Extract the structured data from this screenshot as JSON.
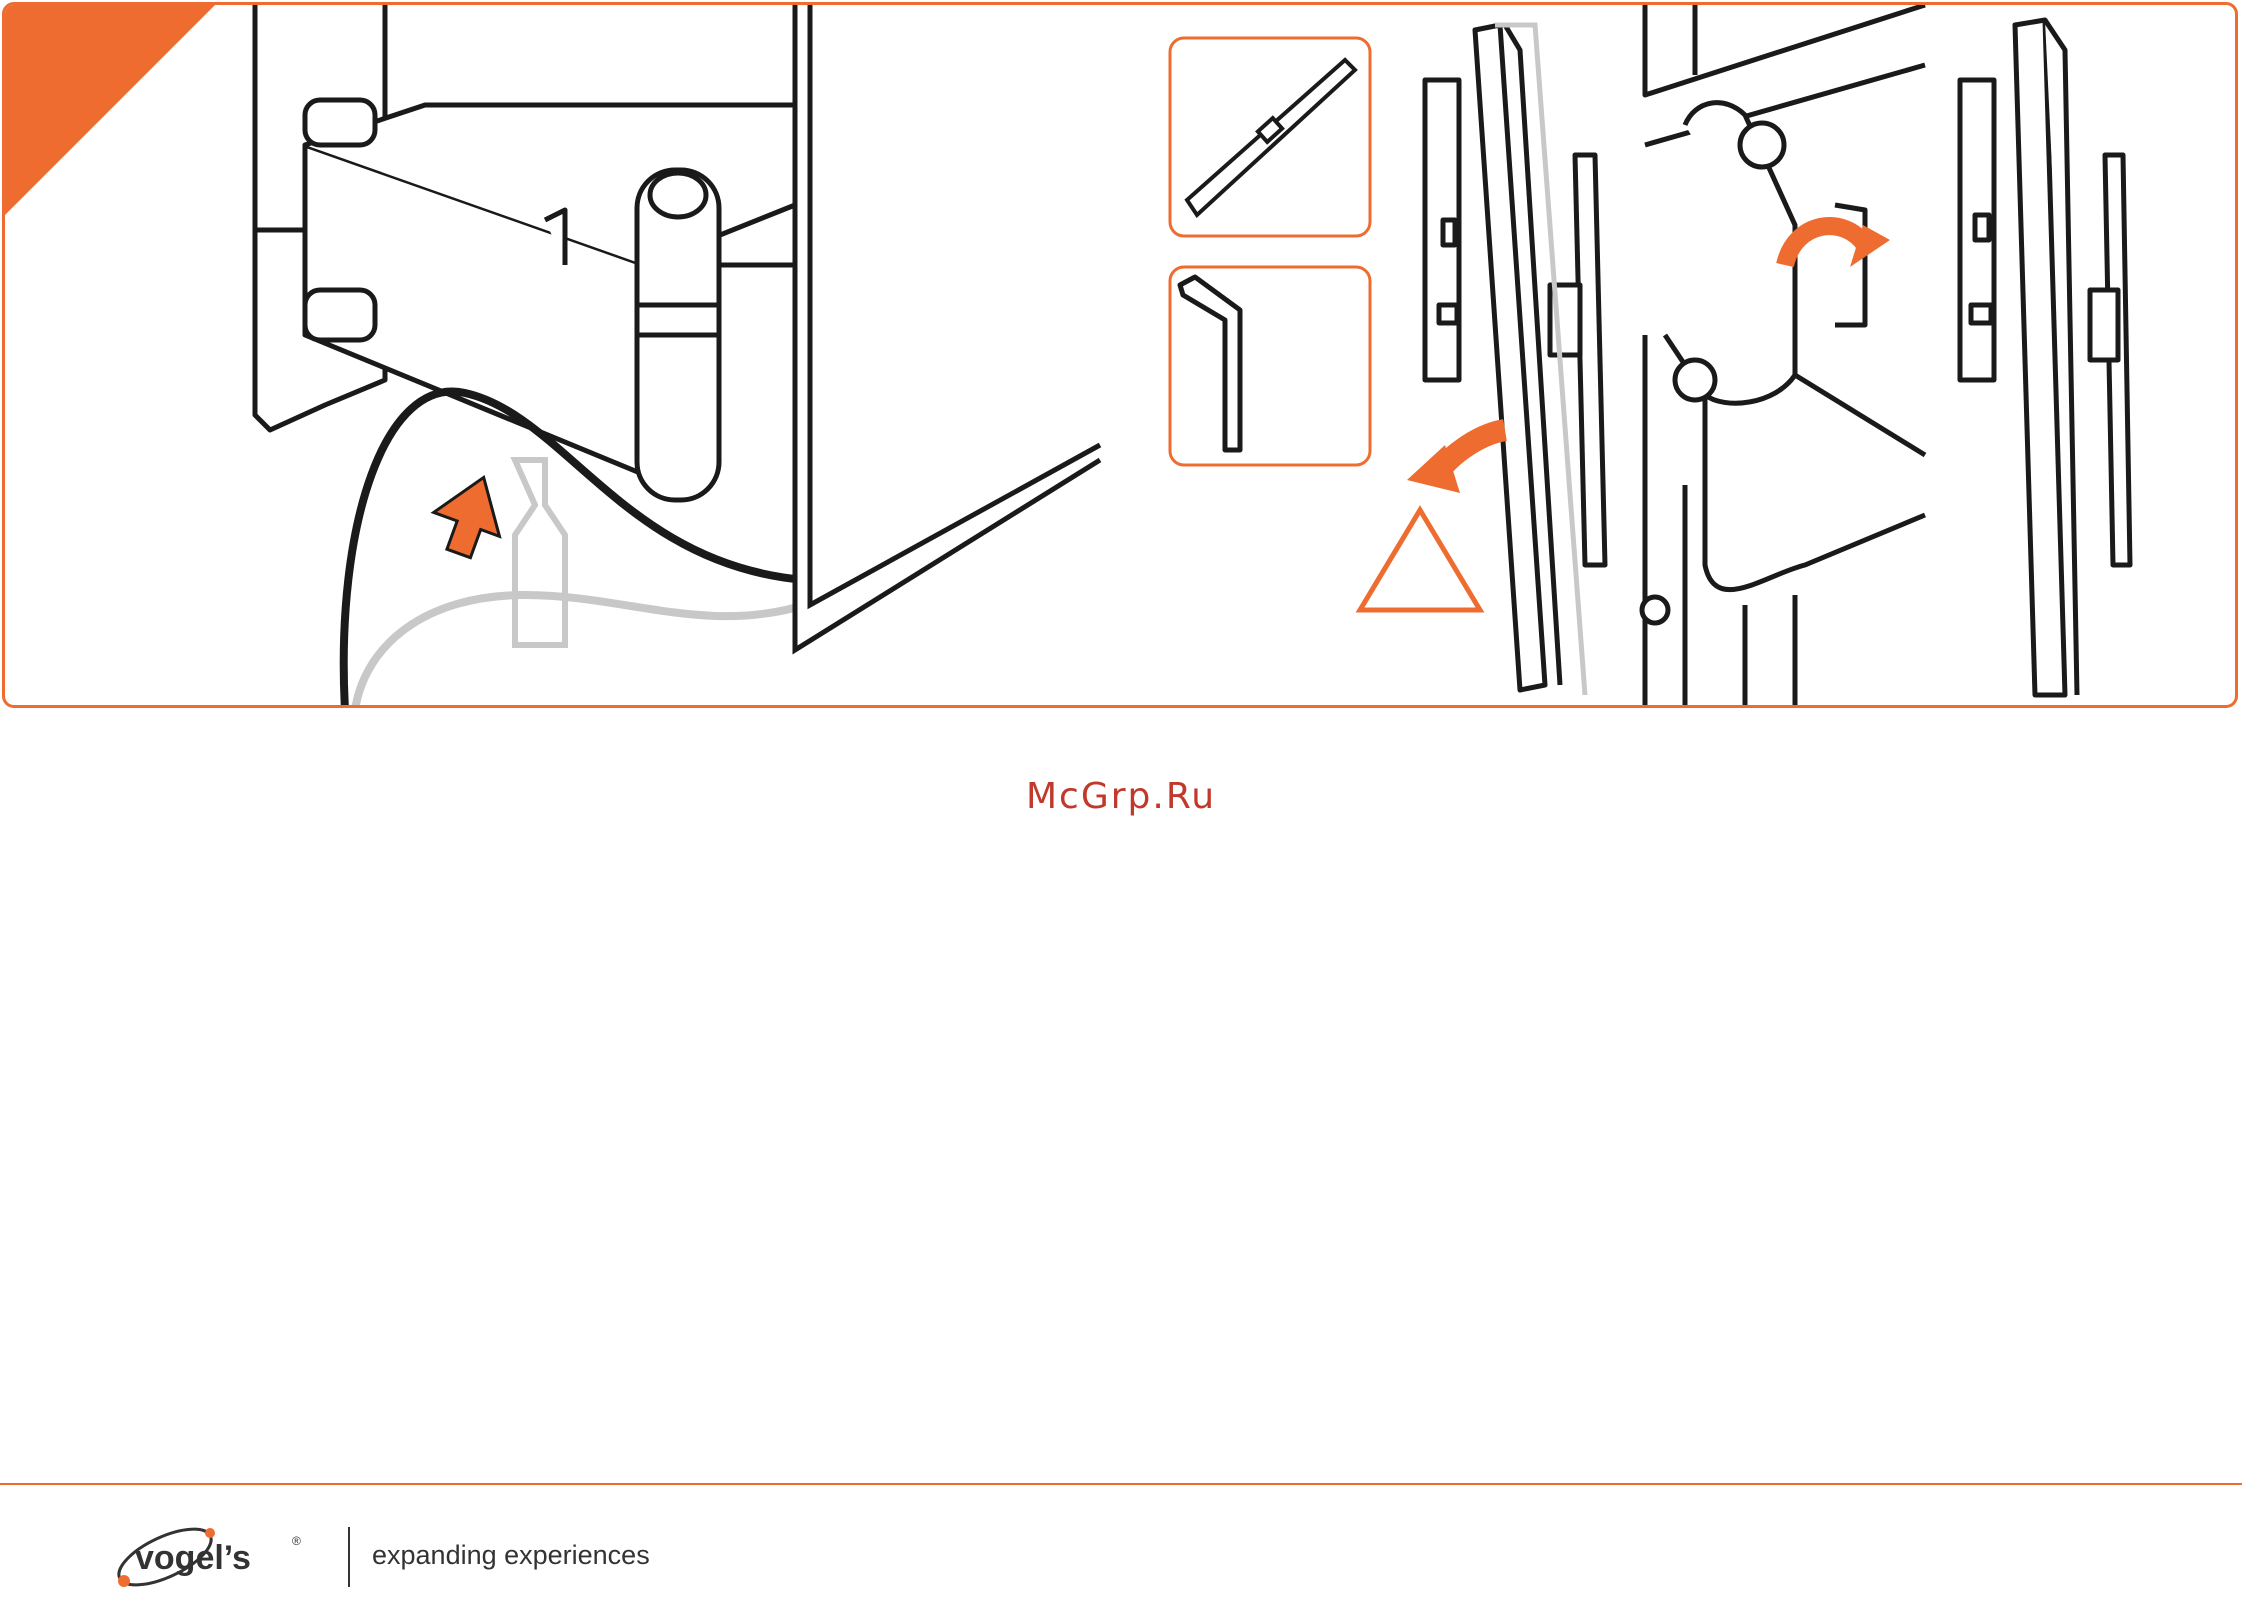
{
  "watermark": {
    "text": "McGrp.Ru"
  },
  "footer": {
    "logo_text": "vogel’s",
    "logo_registered": "®",
    "tagline": "expanding experiences"
  },
  "colors": {
    "accent": "#ee6c2f",
    "line": "#1a1a1a",
    "ghost": "#c8c8c8",
    "watermark": "#c0392b"
  },
  "icons": [
    "level-tool-icon",
    "hex-key-icon",
    "rotate-arrow-icon",
    "warning-triangle-icon",
    "up-arrow-icon"
  ]
}
